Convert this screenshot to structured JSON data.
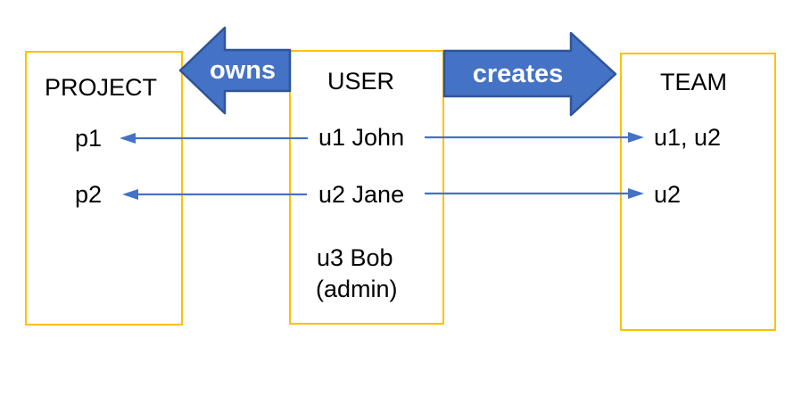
{
  "boxes": {
    "project": {
      "title": "PROJECT",
      "items": [
        "p1",
        "p2"
      ]
    },
    "user": {
      "title": "USER",
      "items": [
        "u1 John",
        "u2 Jane",
        "u3 Bob",
        "(admin)"
      ]
    },
    "team": {
      "title": "TEAM",
      "items": [
        "u1, u2",
        "u2"
      ]
    }
  },
  "relations": {
    "owns": {
      "label": "owns",
      "direction": "left",
      "from": "USER",
      "to": "PROJECT"
    },
    "creates": {
      "label": "creates",
      "direction": "right",
      "from": "USER",
      "to": "TEAM"
    }
  },
  "connectors": [
    {
      "from": "u1 John",
      "to": "p1",
      "direction": "left"
    },
    {
      "from": "u2 Jane",
      "to": "p2",
      "direction": "left"
    },
    {
      "from": "u1 John",
      "to": "u1, u2",
      "direction": "right"
    },
    {
      "from": "u2 Jane",
      "to": "u2",
      "direction": "right"
    }
  ],
  "colors": {
    "box_border": "#FFC000",
    "block_arrow_fill": "#4472C4",
    "block_arrow_border": "#2E5597",
    "connector_line": "#4472C4",
    "text": "#000000",
    "arrow_label_text": "#FFFFFF",
    "background": "#FFFFFF"
  }
}
